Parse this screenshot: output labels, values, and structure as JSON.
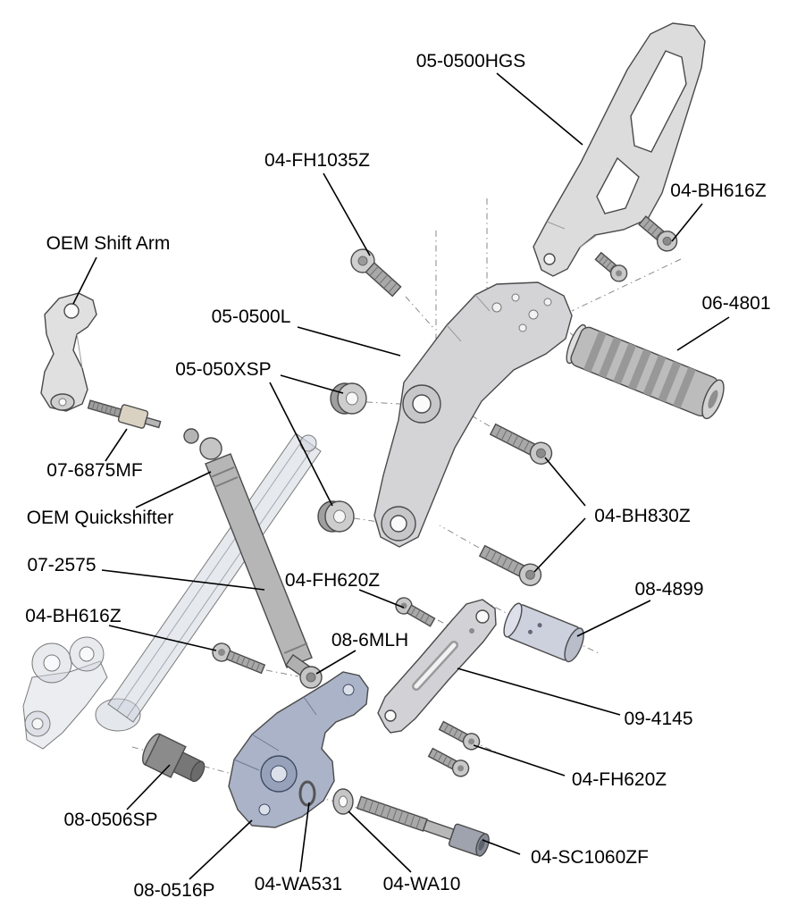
{
  "page": {
    "background": "#ffffff"
  },
  "palette": {
    "bg": "#ffffff",
    "line": "#000000",
    "axis": "#8a8a8a",
    "metal": "#d4d4d7",
    "metal-dark": "#8b8b8b",
    "lever": "#aab3c7"
  },
  "labels": [
    {
      "part": "heel-guard",
      "text": "05-0500HGS"
    },
    {
      "part": "flat-head-screw",
      "text": "04-FH1035Z"
    },
    {
      "part": "button-head-bolt-top",
      "text": "04-BH616Z"
    },
    {
      "part": "oem-shift-arm",
      "text": "OEM Shift Arm"
    },
    {
      "part": "main-bracket",
      "text": "05-0500L"
    },
    {
      "part": "footpeg",
      "text": "06-4801"
    },
    {
      "part": "spacers",
      "text": "05-050XSP"
    },
    {
      "part": "rod-adapter",
      "text": "07-6875MF"
    },
    {
      "part": "oem-quickshifter",
      "text": "OEM Quickshifter"
    },
    {
      "part": "button-head-bolts",
      "text": "04-BH830Z"
    },
    {
      "part": "shift-rod",
      "text": "07-2575"
    },
    {
      "part": "flat-head-screw-mid",
      "text": "04-FH620Z"
    },
    {
      "part": "spacer-sleeve",
      "text": "08-4899"
    },
    {
      "part": "button-head-bolt-left",
      "text": "04-BH616Z"
    },
    {
      "part": "rod-end",
      "text": "08-6MLH"
    },
    {
      "part": "shift-bracket",
      "text": "09-4145"
    },
    {
      "part": "flat-head-screws-bottom",
      "text": "04-FH620Z"
    },
    {
      "part": "spacer-step",
      "text": "08-0506SP"
    },
    {
      "part": "shift-lever",
      "text": "08-0516P"
    },
    {
      "part": "wave-washer",
      "text": "04-WA531"
    },
    {
      "part": "flat-washer",
      "text": "04-WA10"
    },
    {
      "part": "socket-cap-screw",
      "text": "04-SC1060ZF"
    }
  ]
}
